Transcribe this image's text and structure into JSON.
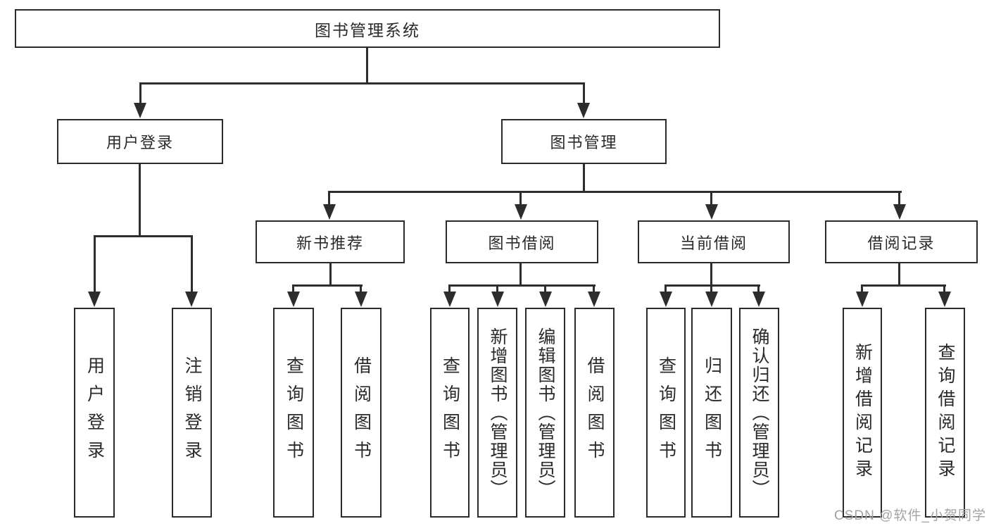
{
  "diagram": {
    "title": "图书管理系统",
    "level2": [
      {
        "label": "用户登录"
      },
      {
        "label": "图书管理"
      }
    ],
    "level3": [
      {
        "label": "新书推荐"
      },
      {
        "label": "图书借阅"
      },
      {
        "label": "当前借阅"
      },
      {
        "label": "借阅记录"
      }
    ],
    "leaves": {
      "user": [
        "用户登录",
        "注销登录"
      ],
      "newbook": [
        "查询图书",
        "借阅图书"
      ],
      "borrow": [
        "查询图书",
        "新增图书（管理员）",
        "编辑图书（管理员）",
        "借阅图书"
      ],
      "current": [
        "查询图书",
        "归还图书",
        "确认归还（管理员）"
      ],
      "records": [
        "新增借阅记录",
        "查询借阅记录"
      ]
    }
  },
  "colors": {
    "line": "#2d2d2d",
    "box_border": "#2b2b2b",
    "text": "#2a2a2a",
    "watermark": "#a3a3a3",
    "background": "#ffffff"
  },
  "watermark": "CSDN @软件_小贺同学"
}
